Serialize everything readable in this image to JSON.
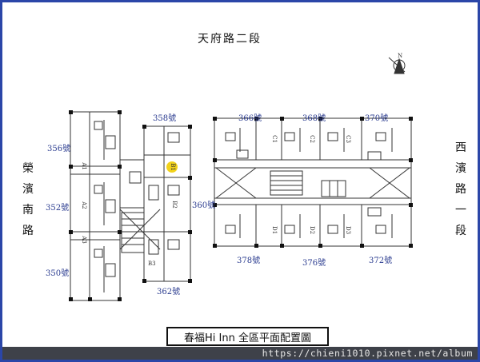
{
  "roads": {
    "north": "天府路二段",
    "west": "榮濱南路",
    "east": "西濱路一段"
  },
  "house_numbers": {
    "n358": "358號",
    "n366": "366號",
    "n368": "368號",
    "n370": "370號",
    "n356": "356號",
    "n352": "352號",
    "n350": "350號",
    "n360": "360號",
    "n362": "362號",
    "n378": "378號",
    "n376": "376號",
    "n372": "372號"
  },
  "units": {
    "a1": "A1",
    "a2": "A2",
    "a3": "A3",
    "b1": "B1",
    "b2": "B2",
    "b3": "B3",
    "c1": "C1",
    "c2": "C2",
    "c3": "C3",
    "d1": "D1",
    "d2": "D2",
    "d3": "D3"
  },
  "compass_label": "N",
  "caption": "春福Hi Inn 全區平面配置圖",
  "watermark_url": "https://chieni1010.pixnet.net/album",
  "colors": {
    "frame": "#2b46a8",
    "house_number": "#2a3b8f",
    "highlight": "#f2d21a",
    "url_bar": "#3e4149"
  }
}
